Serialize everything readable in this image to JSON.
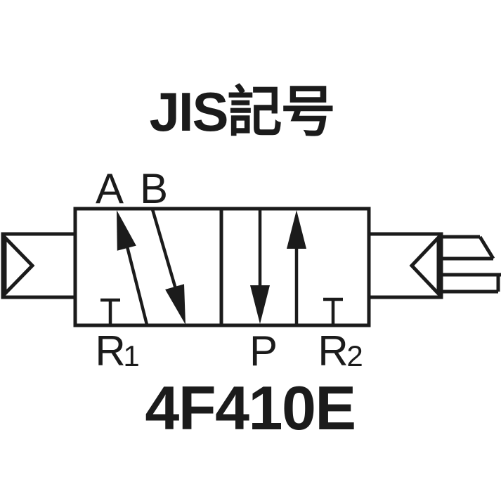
{
  "title": "JIS記号",
  "model": "4F410E",
  "ports": {
    "a": "A",
    "b": "B",
    "r1": "R",
    "r1_sub": "1",
    "p": "P",
    "r2": "R",
    "r2_sub": "2"
  },
  "colors": {
    "ink": "#1b1b1b",
    "background": "#ffffff"
  }
}
